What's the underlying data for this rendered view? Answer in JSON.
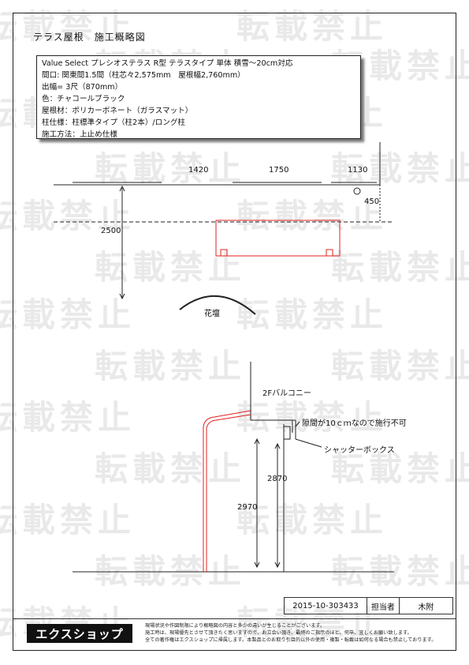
{
  "document": {
    "title": "テラス屋根　施工概略図",
    "spec_lines": [
      "Value Select プレシオステラス R型 テラスタイプ 単体 積雪〜20cm対応",
      "間口: 関東間1.5間（柱芯々2,575mm　屋根幅2,760mm）",
      "出幅= 3尺（870mm）",
      "色：チャコールブラック",
      "屋根材：ポリカーボネート（ガラスマット）",
      "柱仕様：柱標準タイプ（柱2本）/ロング柱",
      "施工方法：上止め仕様"
    ]
  },
  "plan": {
    "dim_1": "1420",
    "dim_2": "1750",
    "dim_3": "1130",
    "dim_450": "450",
    "dim_2500": "2500",
    "flowerbed": "花壇"
  },
  "elevation": {
    "balcony": "2Fバルコニー",
    "gap_note": "隙間が10ｃｍなので施行不可",
    "shutter_box": "シャッターボックス",
    "dim_2870": "2870",
    "dim_2970": "2970"
  },
  "footer": {
    "doc_no": "2015-10-303433",
    "person_label": "担当者",
    "person_name": "木附",
    "logo_text": "エクスショップ",
    "notes": [
      "現場状況や作図制限により概略図の内容と多少の違いが生じることがございます。",
      "施工時は、現場優先とさせて頂きたく思いますので、お立会い頂き、最終のご指示のほど、何卒、宜しくお願い致します。",
      "全ての著作権はエクスショップに帰属します。本製品とのお取り引目的以外の使用・複製・転載は如何なる場合も禁止しております。"
    ]
  },
  "watermark": "転載禁止",
  "colors": {
    "accent": "#e02020",
    "line": "#222222"
  }
}
